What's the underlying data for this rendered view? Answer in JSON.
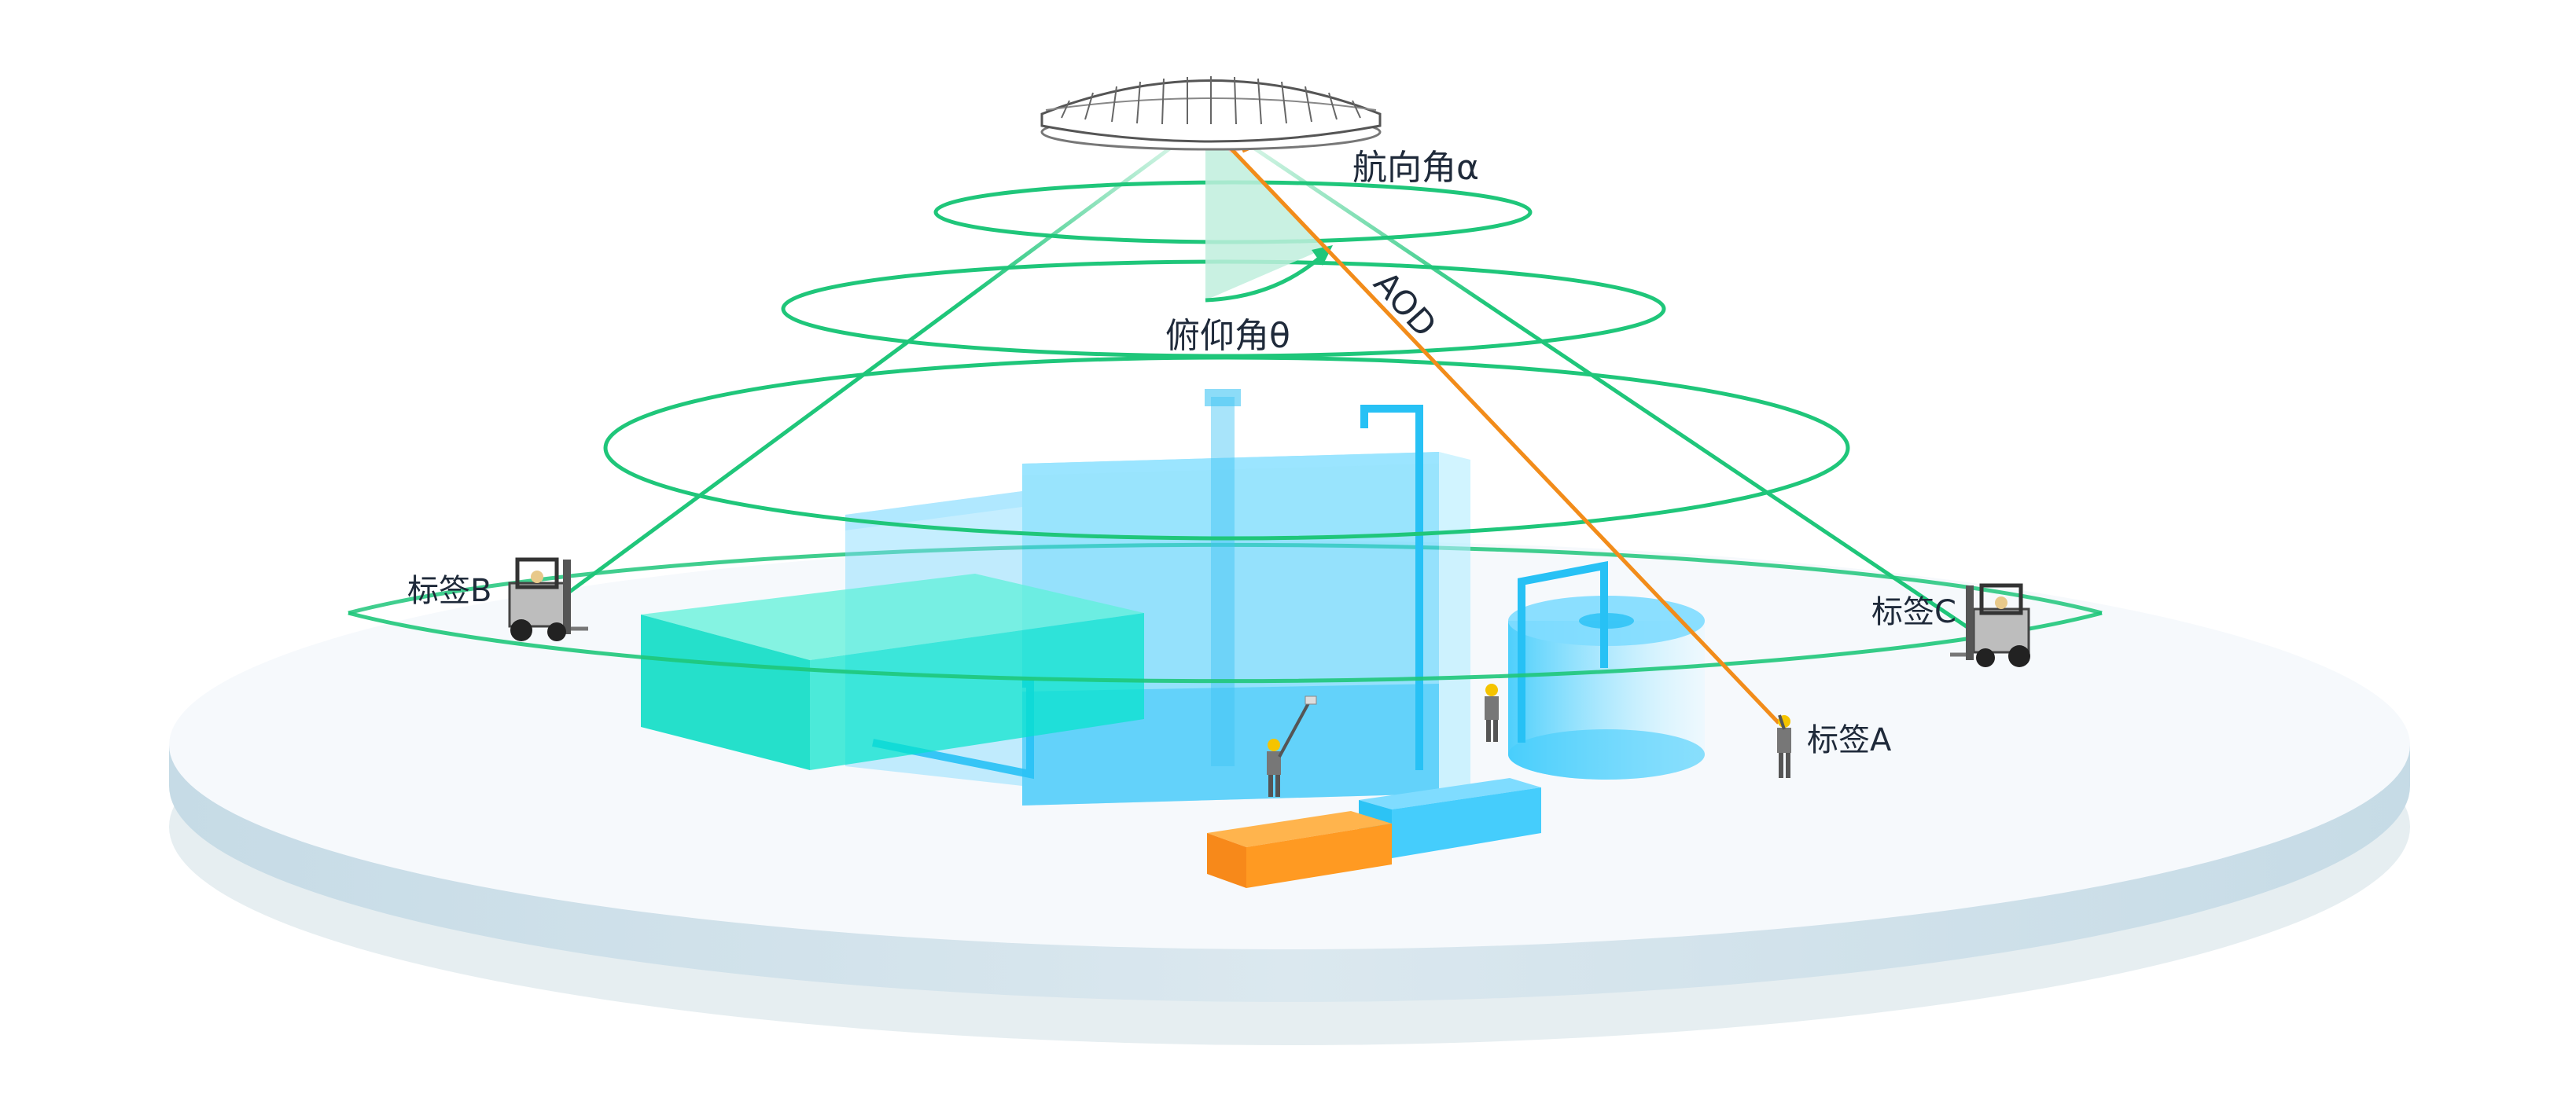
{
  "labels": {
    "heading_angle": "航向角α",
    "pitch_angle": "俯仰角θ",
    "aod": "AOD",
    "tag_a": "标签A",
    "tag_b": "标签B",
    "tag_c": "标签C"
  },
  "colors": {
    "ring": "#1fc67a",
    "aod_line": "#f28c1a",
    "pitch_fill": "#bfeedd",
    "heading_fill": "#fbc9c9",
    "tank_blue": "#45cdfc",
    "tank_cyan": "#05e0c8",
    "crate_orange": "#ff9a22",
    "platform_top": "#f5f8fb",
    "platform_side": "#c9dde7"
  },
  "icons": {
    "antenna": "ceiling-antenna-icon",
    "forklift": "forklift-icon",
    "worker": "worker-icon"
  }
}
